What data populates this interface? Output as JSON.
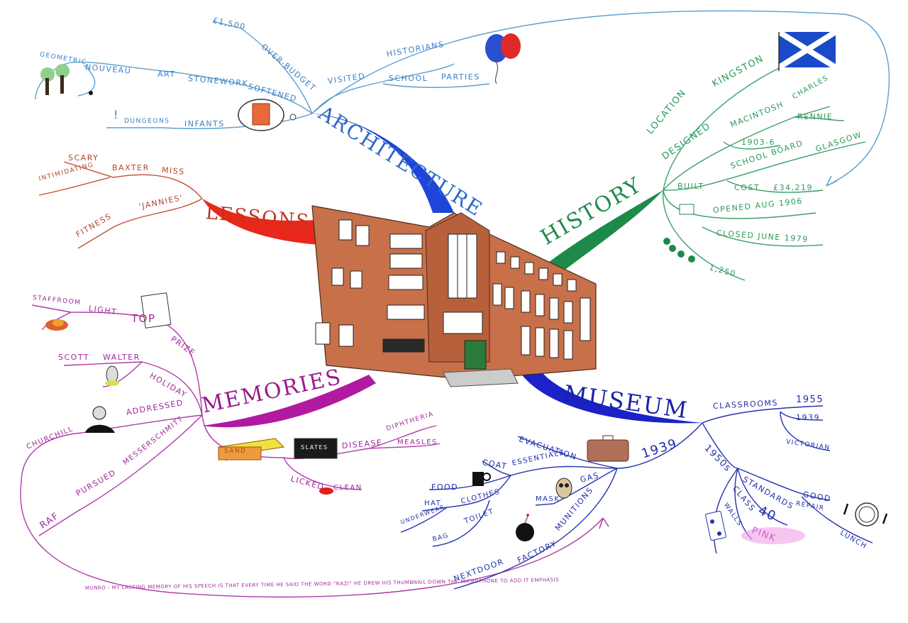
{
  "colors": {
    "architecture": "#1f45d8",
    "architecture_text": "#3a7fc8",
    "history": "#1e8a4a",
    "history_text": "#2a9a5a",
    "lessons": "#e8281a",
    "lessons_text": "#b4472a",
    "memories": "#b01aa0",
    "memories_text": "#a0289a",
    "museum": "#1a22c8",
    "museum_text": "#1f2fa8",
    "building": "#c8704a",
    "background": "#ffffff"
  },
  "center": {
    "image": "school-building-illustration"
  },
  "branches": {
    "architecture": {
      "title": "ARCHITECTURE",
      "nodes": {
        "cost": "£1,500",
        "over_budget": "OVER-BUDGET",
        "geometric": "GEOMETRIC",
        "nouveau": "NOUVEAU",
        "art": "ART",
        "stonework": "STONEWORK",
        "softened": "SOFTENED",
        "exclaim": "!",
        "dungeons": "DUNGEONS",
        "infants": "INFANTS",
        "visited": "VISITED",
        "historians": "HISTORIANS",
        "school": "SCHOOL",
        "parties": "PARTIES"
      }
    },
    "history": {
      "title": "HISTORY",
      "nodes": {
        "location": "LOCATION",
        "kingston": "KINGSTON",
        "designed": "DESIGNED",
        "macintosh": "MACINTOSH",
        "charles": "CHARLES",
        "rennie": "RENNIE",
        "years": "1903-6",
        "built": "BUILT",
        "school_board": "SCHOOL BOARD",
        "glasgow": "GLASGOW",
        "cost": "COST",
        "cost_value": "£34,219",
        "opened": "OPENED AUG 1906",
        "closed": "CLOSED JUNE 1979",
        "pupils": "1,250"
      }
    },
    "lessons": {
      "title": "LESSONS",
      "nodes": {
        "scary": "SCARY",
        "intimidating": "INTIMIDATING",
        "baxter": "BAXTER",
        "miss": "MISS",
        "jannies": "'JANNIES'",
        "fitness": "FITNESS"
      }
    },
    "memories": {
      "title": "MEMORIES",
      "nodes": {
        "staffroom": "STAFFROOM",
        "light": "LIGHT",
        "top": "TOP",
        "prize": "PRIZE",
        "scott": "SCOTT",
        "walter": "WALTER",
        "holiday": "HOLIDAY",
        "addressed": "ADDRESSED",
        "churchill": "CHURCHILL",
        "messerschmitt": "MESSERSCHMITT",
        "pursued": "PURSUED",
        "raf": "RAF",
        "sand": "SAND",
        "slates": "SLATES",
        "disease": "DISEASE",
        "diphtheria": "DIPHTHERIA",
        "measles": "MEASLES",
        "licked": "LICKED",
        "clean": "CLEAN",
        "speech_note": "MUNRO - MY LASTING MEMORY OF HIS SPEECH IS THAT EVERY TIME HE SAID THE WORD \"NAZI\" HE DREW HIS THUMBNAIL DOWN THE MICROPHONE TO ADD IT EMPHASIS"
      }
    },
    "museum": {
      "title": "MUSEUM",
      "nodes": {
        "classrooms": "CLASSROOMS",
        "c1955": "1955",
        "c1939": "1939",
        "victorian": "VICTORIAN",
        "y1939": "1939",
        "evacuation": "EVACUATION",
        "essentials": "ESSENTIALS",
        "coat": "COAT",
        "food": "FOOD",
        "clothes": "CLOTHES",
        "hat": "HAT",
        "underwear": "UNDERWEAR",
        "toilet": "TOILET",
        "bag": "BAG",
        "gas": "GAS",
        "mask": "MASK",
        "munitions": "MUNITIONS",
        "factory": "FACTORY",
        "nextdoor": "NEXTDOOR",
        "y1950s": "1950s",
        "standards": "STANDARDS",
        "good": "GOOD",
        "repair": "REPAIR",
        "class": "CLASS",
        "forty": "40",
        "walls": "WALLS",
        "pink": "PINK",
        "lunch": "LUNCH"
      }
    }
  }
}
